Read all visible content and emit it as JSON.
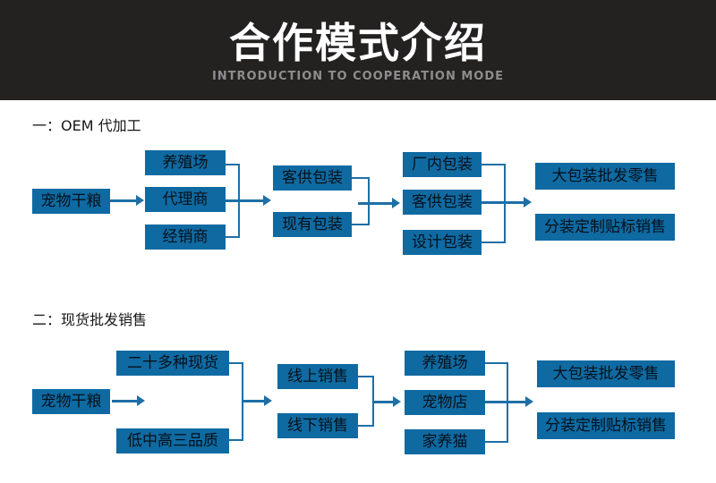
{
  "header": {
    "title": "合作模式介绍",
    "subtitle": "INTRODUCTION TO COOPERATION MODE"
  },
  "colors": {
    "box_blue": "#0f6aa2",
    "line_blue": "#1e6fa5",
    "header_bg": "#242121",
    "subtitle_gray": "#8e8c8c"
  },
  "sections": [
    {
      "title": "一：OEM 代加工",
      "source": "宠物干粮",
      "col1": [
        "养殖场",
        "代理商",
        "经销商"
      ],
      "col2": [
        "客供包装",
        "现有包装"
      ],
      "col3": [
        "厂内包装",
        "客供包装",
        "设计包装"
      ],
      "col4": [
        "大包装批发零售",
        "分装定制贴标销售"
      ]
    },
    {
      "title": "二：现货批发销售",
      "source": "宠物干粮",
      "col1": [
        "二十多种现货",
        "低中高三品质"
      ],
      "col2": [
        "线上销售",
        "线下销售"
      ],
      "col3": [
        "养殖场",
        "宠物店",
        "家养猫"
      ],
      "col4": [
        "大包装批发零售",
        "分装定制贴标销售"
      ]
    }
  ]
}
